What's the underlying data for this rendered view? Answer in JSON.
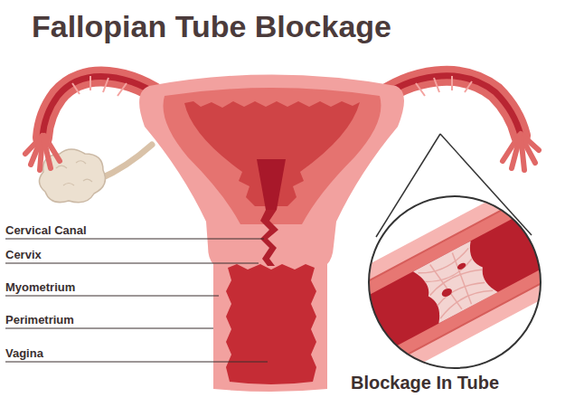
{
  "diagram": {
    "title": "Fallopian Tube Blockage",
    "labels": [
      "Cervical Canal",
      "Cervix",
      "Myometrium",
      "Perimetrium",
      "Vagina",
      "Blockage In Tube"
    ]
  }
}
